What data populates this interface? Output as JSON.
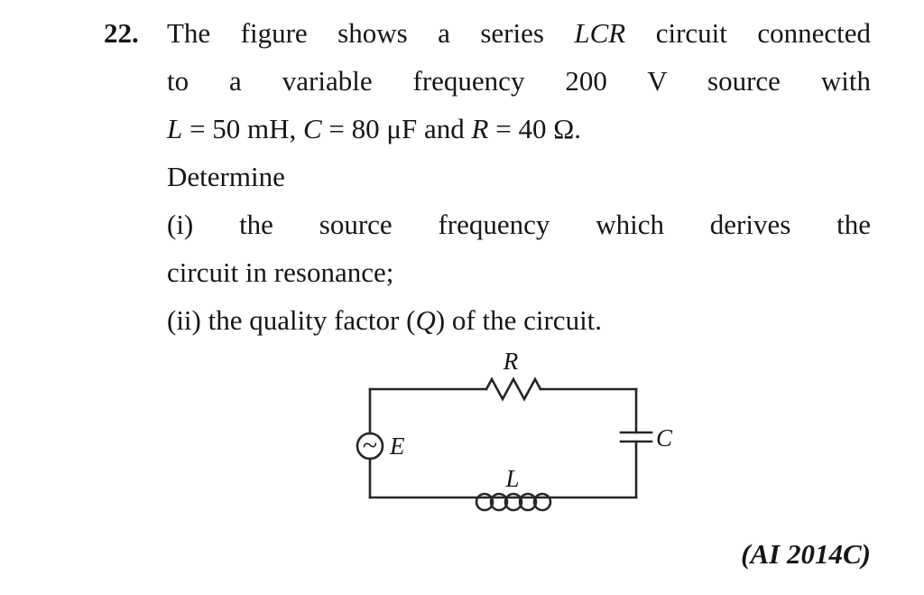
{
  "question": {
    "number": "22.",
    "lines": [
      {
        "segments": [
          {
            "t": "The figure shows a series "
          },
          {
            "t": "LCR",
            "i": true
          },
          {
            "t": " circuit connected"
          }
        ]
      },
      {
        "segments": [
          {
            "t": "to a variable frequency 200 V source with"
          }
        ]
      },
      {
        "segments": [
          {
            "t": "L",
            "i": true
          },
          {
            "t": " = 50 mH, "
          },
          {
            "t": "C",
            "i": true
          },
          {
            "t": " = 80 μF and "
          },
          {
            "t": "R",
            "i": true
          },
          {
            "t": " = 40 Ω."
          }
        ]
      },
      {
        "segments": [
          {
            "t": "Determine"
          }
        ]
      },
      {
        "segments": [
          {
            "t": "(i) the source frequency which derives the"
          }
        ]
      },
      {
        "segments": [
          {
            "t": "circuit in resonance;"
          }
        ]
      },
      {
        "segments": [
          {
            "t": "(ii) the quality factor ("
          },
          {
            "t": "Q",
            "i": true
          },
          {
            "t": ") of the circuit."
          }
        ]
      }
    ],
    "exam_reference": "(AI 2014C)"
  },
  "circuit": {
    "resistor_label": "R",
    "capacitor_label": "C",
    "inductor_label": "L",
    "source_label": "E",
    "source_symbol": "~"
  }
}
